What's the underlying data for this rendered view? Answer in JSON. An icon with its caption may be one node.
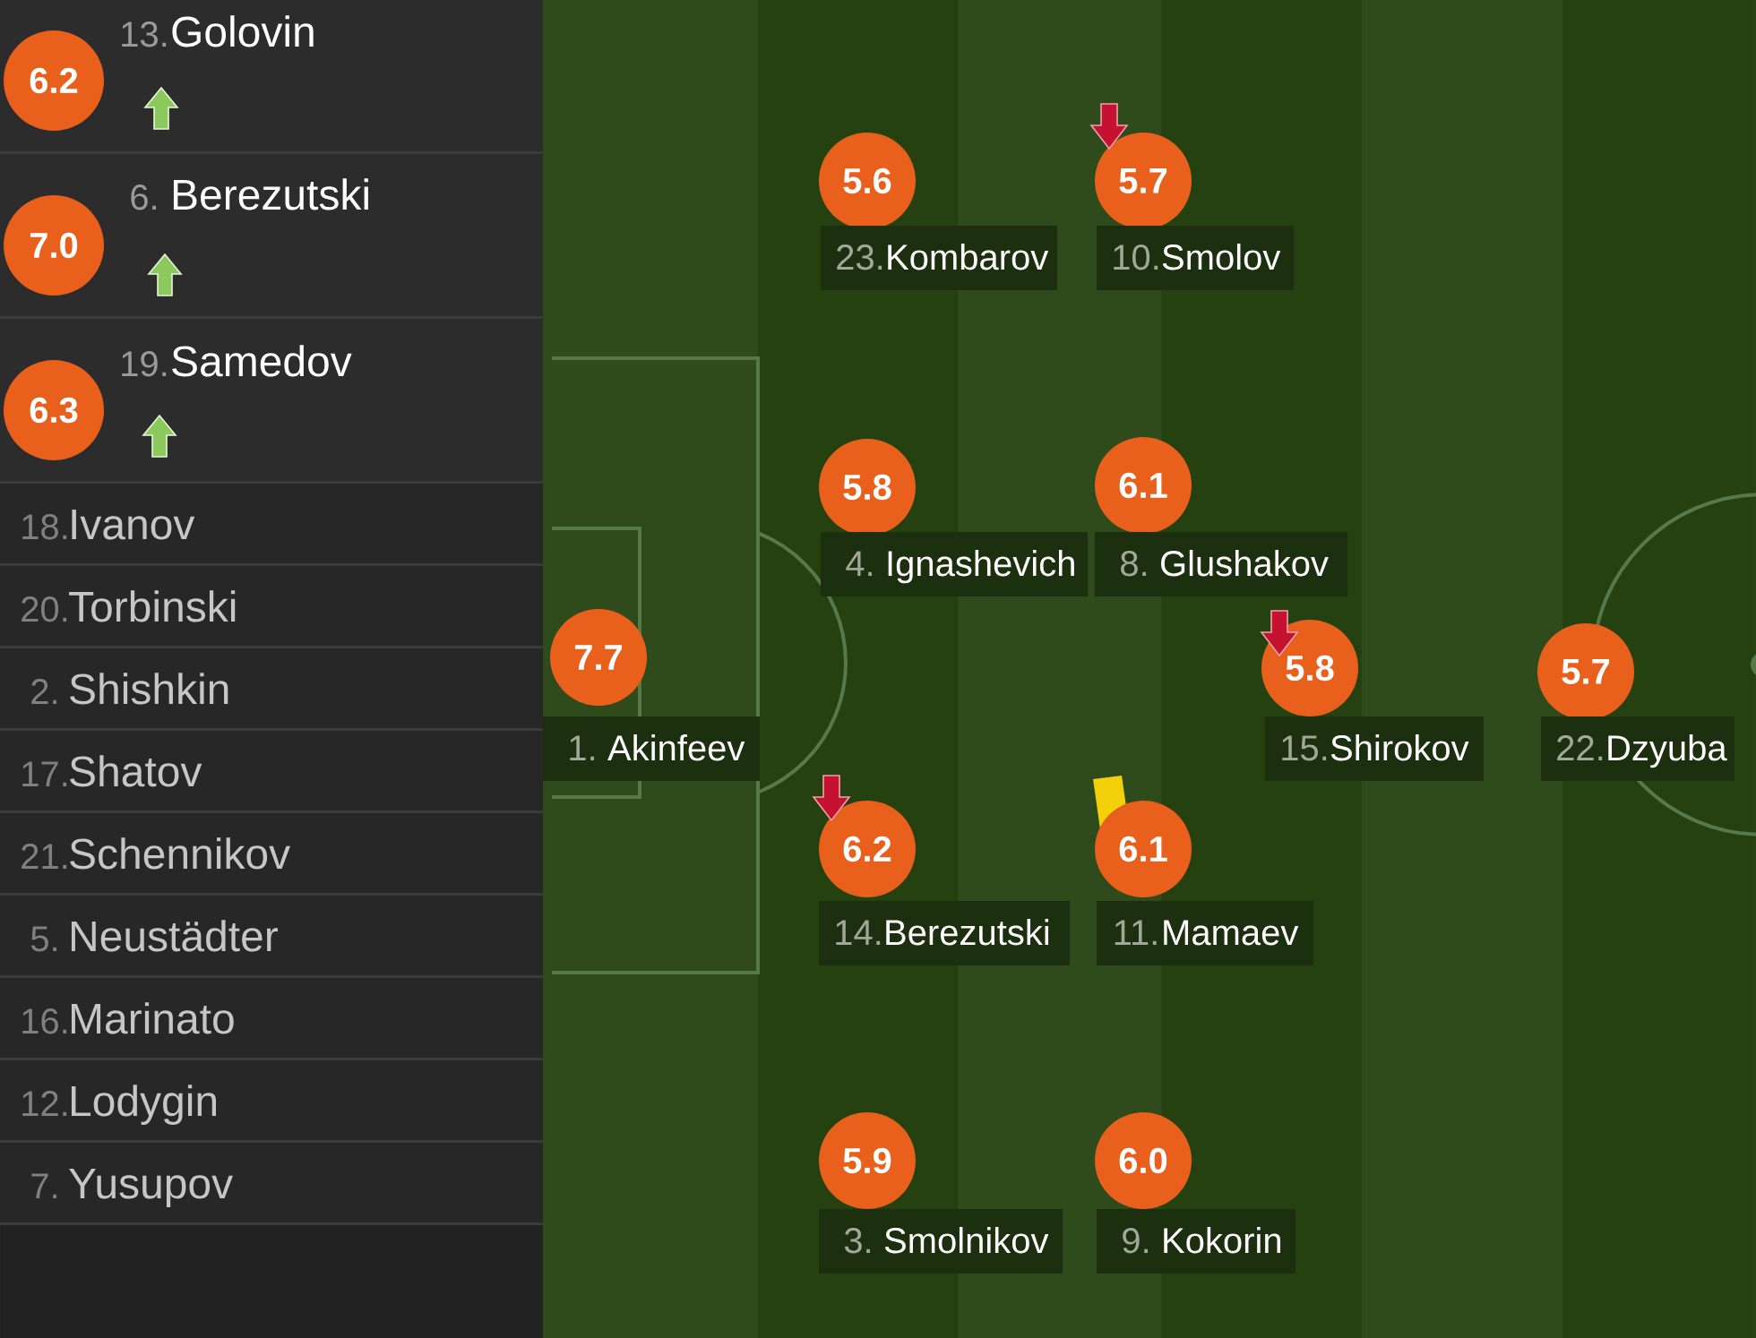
{
  "diagram": {
    "nodes": [
      {
        "text": [
          "13.",
          "Golovin"
        ]
      },
      {
        "text": [
          "6.2"
        ],
        "in": 0
      },
      {
        "text": [
          "6.",
          "Berezutski"
        ]
      },
      {
        "text": [
          "7.0"
        ],
        "in": 2
      },
      {
        "text": [
          "19.",
          "Samedov"
        ]
      },
      {
        "text": [
          "6.3"
        ],
        "in": 4
      },
      {
        "text": [
          "18.",
          "Ivanov"
        ]
      },
      {
        "text": [
          "20.",
          "Torbinski"
        ]
      },
      {
        "text": [
          "2.",
          "Shishkin"
        ]
      },
      {
        "text": [
          "17.",
          "Shatov"
        ]
      },
      {
        "text": [
          "21.",
          "Schennikov"
        ]
      },
      {
        "text": [
          "5.",
          "Neustädter"
        ]
      },
      {
        "text": [
          "16.",
          "Marinato"
        ]
      },
      {
        "text": [
          "12.",
          "Lodygin"
        ]
      },
      {
        "text": [
          "7.",
          "Yusupov"
        ]
      },
      {
        "text": [
          "5.6"
        ]
      },
      {
        "text": [
          "23.",
          "Kombarov"
        ]
      },
      {
        "text": [
          "5.7"
        ]
      },
      {
        "text": [
          "10.",
          "Smolov"
        ]
      },
      {
        "text": [
          "5.8"
        ]
      },
      {
        "text": [
          "4.",
          "Ignashevich"
        ]
      },
      {
        "text": [
          "6.1"
        ]
      },
      {
        "text": [
          "8.",
          "Glushakov"
        ]
      },
      {
        "text": [
          "7.7"
        ]
      },
      {
        "text": [
          "1.",
          "Akinfeev"
        ]
      },
      {
        "text": [
          "5.8"
        ]
      },
      {
        "text": [
          "15.",
          "Shirokov"
        ]
      },
      {
        "text": [
          "5.7"
        ]
      },
      {
        "text": [
          "22.",
          "Dzyuba"
        ]
      },
      {
        "text": [
          "6.2"
        ]
      },
      {
        "text": [
          "14.",
          "Berezutski"
        ]
      },
      {
        "text": [
          "6.1"
        ]
      },
      {
        "text": [
          "11.",
          "Mamaev"
        ]
      },
      {
        "text": [
          "5.9"
        ]
      },
      {
        "text": [
          "3.",
          "Smolnikov"
        ]
      },
      {
        "text": [
          "6.0"
        ]
      },
      {
        "text": [
          "9.",
          "Kokorin"
        ]
      }
    ]
  }
}
